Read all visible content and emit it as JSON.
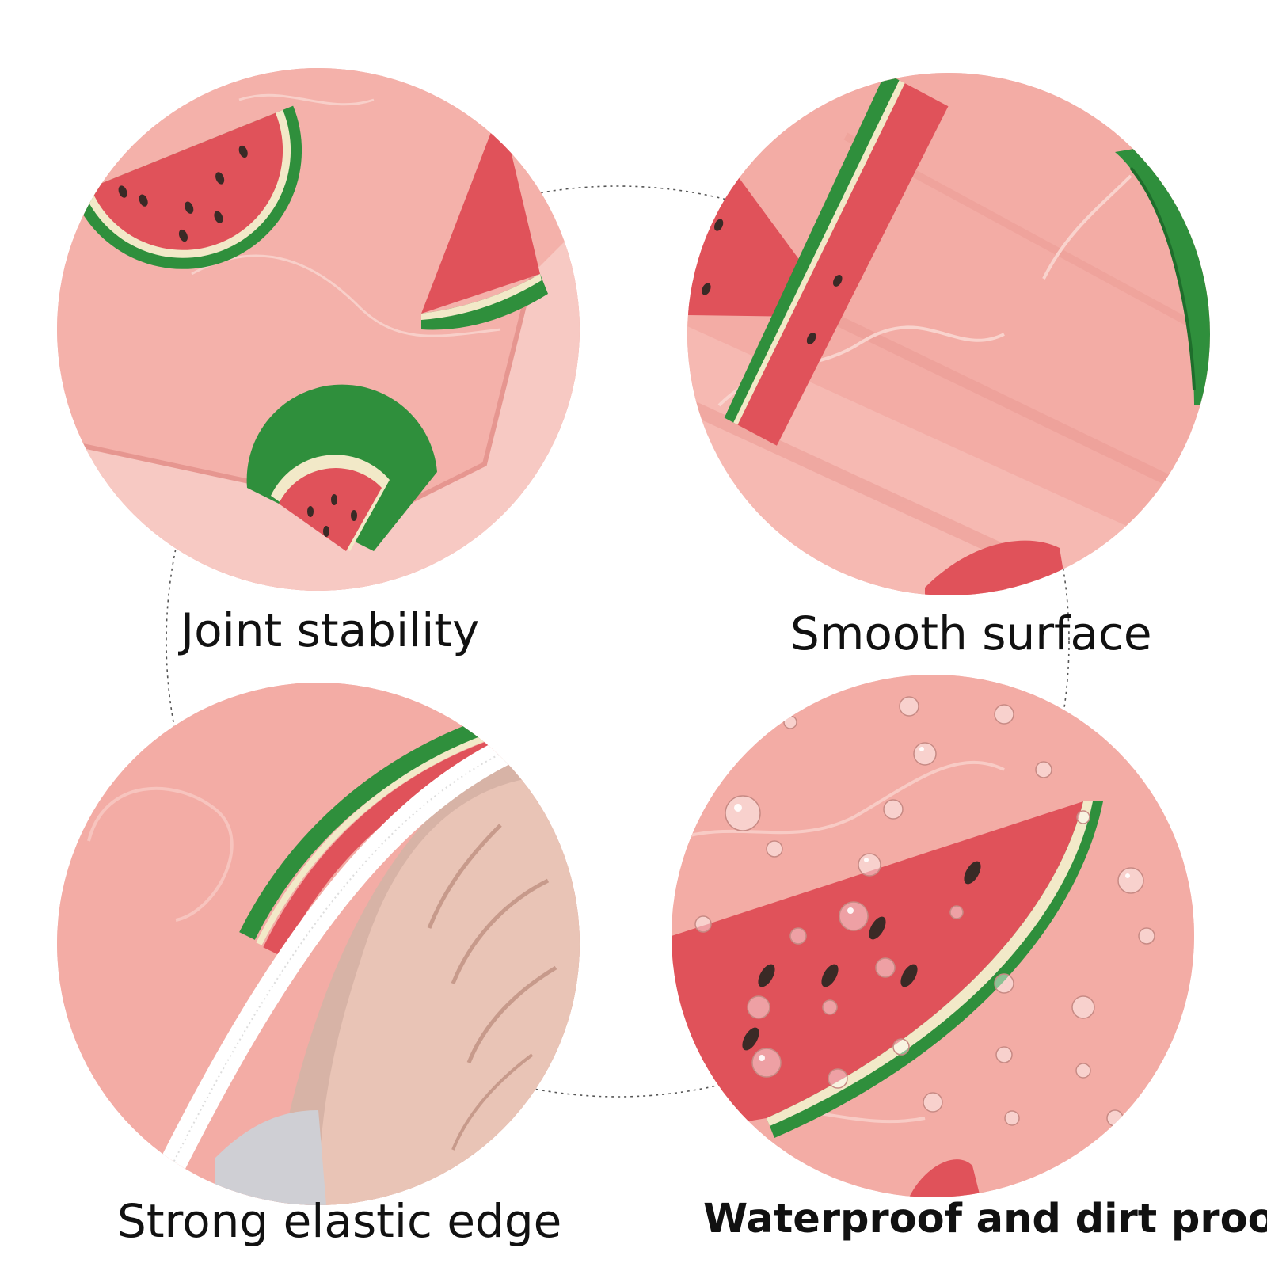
{
  "features": [
    {
      "id": "joint",
      "label": "Joint stability"
    },
    {
      "id": "smooth",
      "label": "Smooth surface"
    },
    {
      "id": "elastic",
      "label": "Strong elastic edge"
    },
    {
      "id": "waterproof",
      "label": "Waterproof and dirt proof"
    }
  ],
  "colors": {
    "background": "#ffffff",
    "mat_pink": "#f3aca5",
    "rind_green": "#2f8f3c",
    "rind_cream": "#f2e9c8",
    "flesh_red": "#e0525a",
    "seed": "#3a2a26",
    "connector_line": "#555555"
  }
}
